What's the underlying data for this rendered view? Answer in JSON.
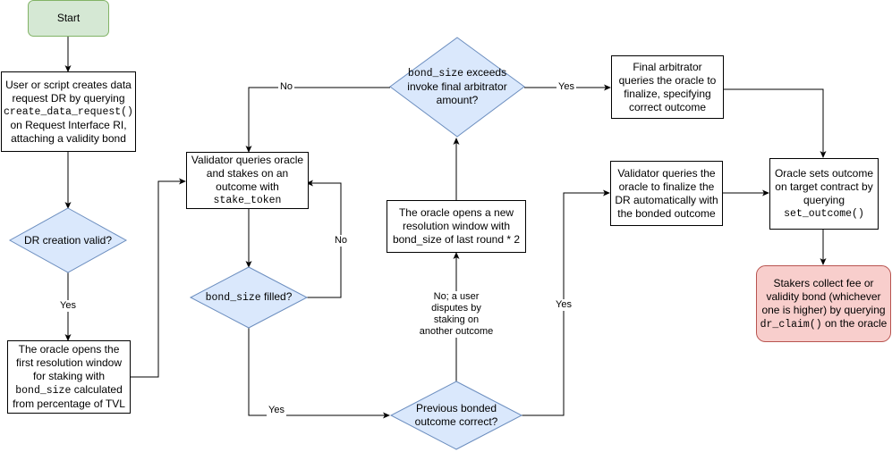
{
  "nodes": {
    "start": "Start",
    "create_dr": [
      "User or script creates data",
      "request DR by querying",
      "create_data_request()",
      "on Request Interface RI,",
      "attaching a validity bond"
    ],
    "dr_valid": "DR creation valid?",
    "first_window": [
      "The oracle opens the",
      "first resolution window",
      "for staking with",
      "bond_size calculated",
      "from percentage of TVL"
    ],
    "validator_stake": [
      "Validator queries oracle",
      "and stakes on an",
      "outcome with",
      "stake_token"
    ],
    "bond_filled": "bond_size filled?",
    "previous_correct": [
      "Previous bonded",
      "outcome correct?"
    ],
    "new_window": [
      "The oracle opens a new",
      "resolution window with",
      "bond_size of last round * 2"
    ],
    "bond_exceeds": [
      "bond_size exceeds",
      "invoke final arbitrator",
      "amount?"
    ],
    "final_arbitrator": [
      "Final arbitrator",
      "queries the oracle to",
      "finalize, specifying",
      "correct outcome"
    ],
    "validator_finalize": [
      "Validator queries the",
      "oracle to finalize the",
      "DR automatically with",
      "the bonded outcome"
    ],
    "set_outcome": [
      "Oracle sets outcome",
      "on target contract by",
      "querying",
      "set_outcome()"
    ],
    "stakers_claim": [
      "Stakers collect fee or",
      "validity bond (whichever",
      "one is higher) by querying",
      "dr_claim() on the oracle"
    ]
  },
  "code_fragments": {
    "create_data_request": "create_data_request()",
    "bond_size": "bond_size",
    "stake_token": "stake_token",
    "set_outcome": "set_outcome()",
    "dr_claim": "dr_claim()"
  },
  "edge_labels": {
    "valid_yes": "Yes",
    "filled_no": "No",
    "filled_yes": "Yes",
    "exceeds_no": "No",
    "exceeds_yes": "Yes",
    "correct_yes": "Yes",
    "dispute": [
      "No; a user",
      "disputes by",
      "staking on",
      "another outcome"
    ]
  },
  "colors": {
    "start_fill": "#d5e8d4",
    "start_stroke": "#82b366",
    "decision_fill": "#dae8fc",
    "decision_stroke": "#6c8ebf",
    "end_fill": "#f8cecc",
    "end_stroke": "#b85450",
    "process_fill": "#ffffff",
    "stroke": "#000000"
  }
}
